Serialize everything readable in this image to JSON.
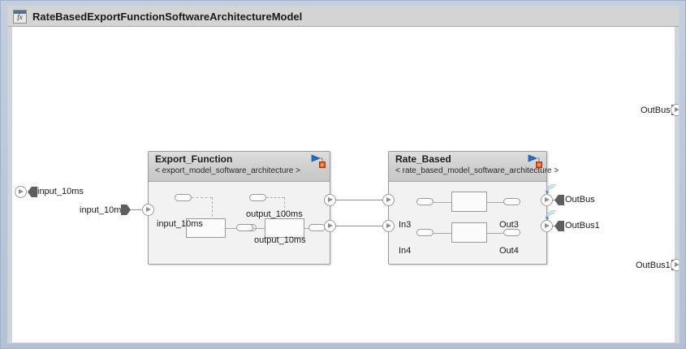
{
  "window": {
    "title": "RateBasedExportFunctionSoftwareArchitectureModel",
    "icon": "function-fx-icon",
    "fx_label": "fx"
  },
  "colors": {
    "frame": "#b6c2d6",
    "canvas": "#ffffff",
    "titlebar": "#d4d4d4",
    "block_header": "#cfcfcf",
    "block_body": "#f2f2f2",
    "wire": "#8e8e8e",
    "terminator": "#5e5e5e",
    "badge_arrow": "#1f6fc4",
    "badge_square": "#e8541f"
  },
  "root_ports": {
    "inputs": [
      {
        "name": "root-input-port",
        "label": "input_10ms"
      }
    ],
    "outputs": [
      {
        "name": "root-output-port-outbus",
        "label": "OutBus"
      },
      {
        "name": "root-output-port-outbus1",
        "label": "OutBus1"
      }
    ]
  },
  "signals": {
    "input_to_export": "input_10ms",
    "out3_to_outbus": "OutBus",
    "out4_to_outbus1": "OutBus1"
  },
  "blocks": [
    {
      "name": "export-function-block",
      "title": "Export_Function",
      "subtitle": "< export_model_software_architecture >",
      "badge": "model-reference-badge",
      "inports": [
        {
          "label": "input_10ms"
        }
      ],
      "outports": [
        {
          "label": "output_100ms"
        },
        {
          "label": "output_10ms"
        }
      ]
    },
    {
      "name": "rate-based-block",
      "title": "Rate_Based",
      "subtitle": "< rate_based_model_software_architecture >",
      "badge": "model-reference-badge",
      "inports": [
        {
          "label": "In3"
        },
        {
          "label": "In4"
        }
      ],
      "outports": [
        {
          "label": "Out3"
        },
        {
          "label": "Out4"
        }
      ]
    }
  ]
}
